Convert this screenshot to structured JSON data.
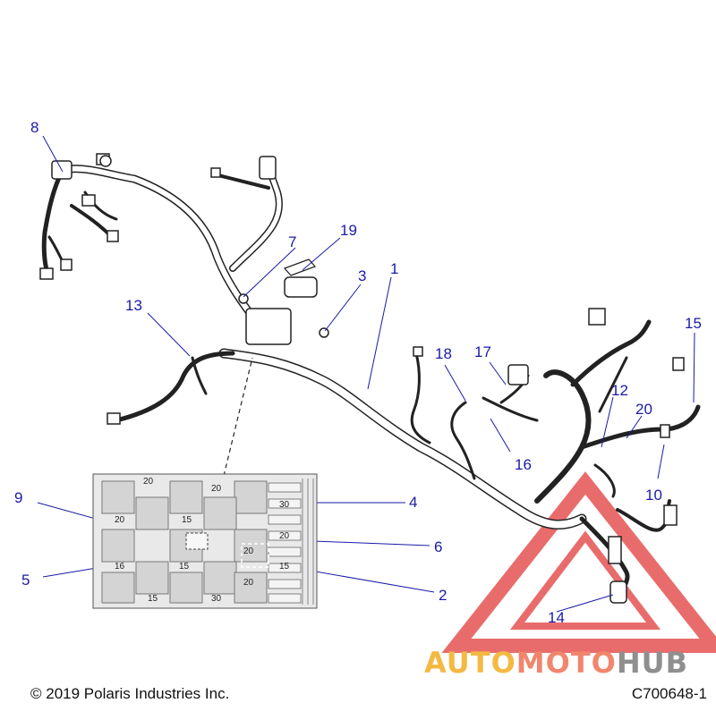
{
  "callouts": {
    "c1": "1",
    "c2": "2",
    "c3": "3",
    "c4": "4",
    "c5": "5",
    "c6": "6",
    "c7": "7",
    "c8": "8",
    "c9": "9",
    "c10": "10",
    "c12": "12",
    "c13": "13",
    "c14": "14",
    "c15": "15",
    "c16": "16",
    "c17": "17",
    "c18": "18",
    "c19": "19",
    "c20": "20"
  },
  "fuse_labels": {
    "f1": "20",
    "f2": "20",
    "f3": "15",
    "f4": "20",
    "f5": "30",
    "f6": "20",
    "f7": "16",
    "f8": "15",
    "f9": "15",
    "f10": "30",
    "f11": "20",
    "f12": "15",
    "f13": "20"
  },
  "footer": {
    "copyright": "© 2019 Polaris Industries Inc.",
    "part_code": "C700648-1"
  },
  "watermark": {
    "part1": "AUTO",
    "part2": "MOTO",
    "part3": "HUB"
  },
  "colors": {
    "callout": "#1a1aa8",
    "watermark_triangle": "#e23b3b",
    "watermark_auto": "#f4b942",
    "watermark_moto": "#f1866d",
    "watermark_hub": "#8f8f8f"
  }
}
